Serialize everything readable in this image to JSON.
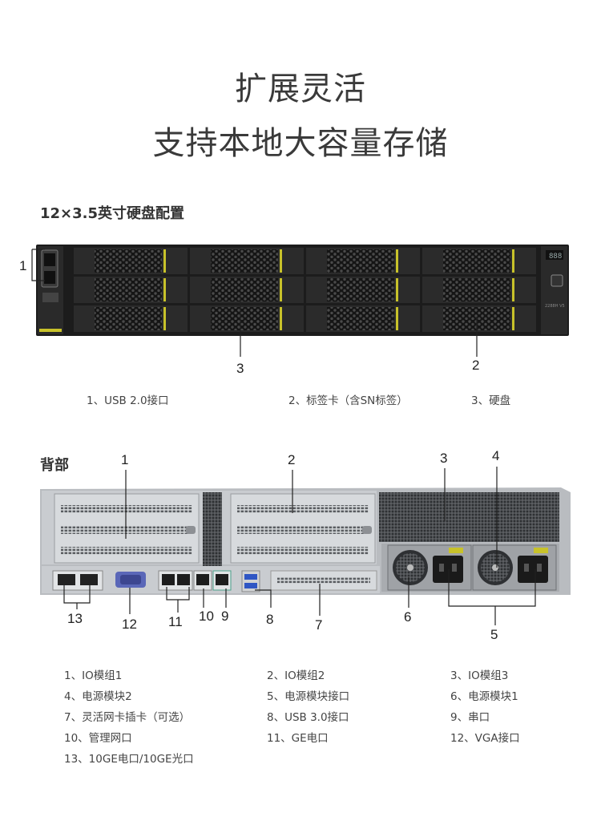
{
  "headline": {
    "line1": "扩展灵活",
    "line2": "支持本地大容量存储"
  },
  "front": {
    "title": "12×3.5英寸硬盘配置",
    "callouts": [
      "1",
      "2",
      "3"
    ],
    "legend": [
      "1、USB 2.0接口",
      "2、标签卡（含SN标签）",
      "3、硬盘"
    ],
    "lcd_text": "888",
    "model_label": "2288H V5"
  },
  "rear": {
    "title": "背部",
    "callouts": [
      "1",
      "2",
      "3",
      "4",
      "5",
      "6",
      "7",
      "8",
      "9",
      "10",
      "11",
      "12",
      "13"
    ],
    "legend": [
      "1、IO模组1",
      "2、IO模组2",
      "3、IO模组3",
      "4、电源模块2",
      "5、电源模块接口",
      "6、电源模块1",
      "7、灵活网卡插卡（可选）",
      "8、USB 3.0接口",
      "9、串口",
      "10、管理网口",
      "11、GE电口",
      "12、VGA接口",
      "13、10GE电口/10GE光口"
    ]
  },
  "colors": {
    "chassis_dark": "#1c1c1c",
    "chassis_metal": "#c9ccd0",
    "accent_yellow": "#c8c22a",
    "vga_blue": "#5a67b8",
    "usb_blue": "#2f56c4"
  }
}
